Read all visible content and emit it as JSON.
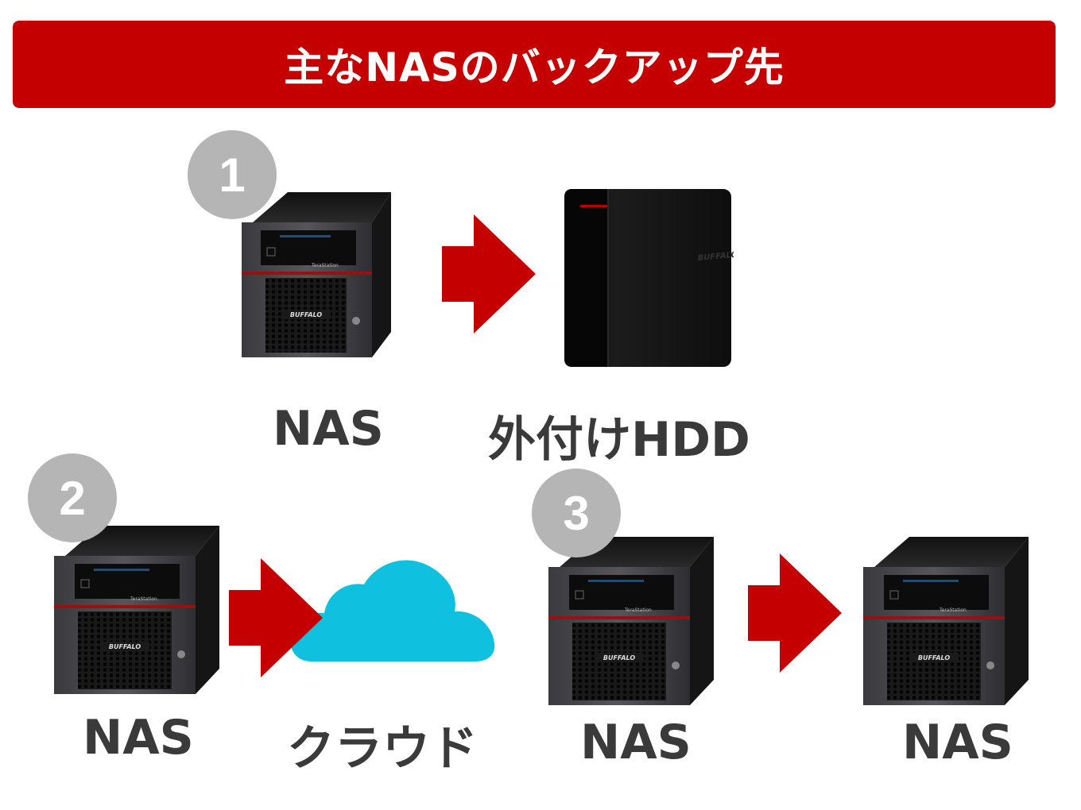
{
  "title": "主なNASのバックアップ先",
  "steps": [
    {
      "number": "1",
      "source": "NAS",
      "destination": "外付けHDD"
    },
    {
      "number": "2",
      "source": "NAS",
      "destination": "クラウド"
    },
    {
      "number": "3",
      "source": "NAS",
      "destination": "NAS"
    }
  ],
  "device_text": {
    "brand": "BUFFALO",
    "model": "TeraStation"
  },
  "colors": {
    "banner": "#c40000",
    "arrow": "#c40000",
    "badge": "#b5b5b5",
    "cloud": "#0fc0df",
    "label": "#3a3a3a"
  }
}
